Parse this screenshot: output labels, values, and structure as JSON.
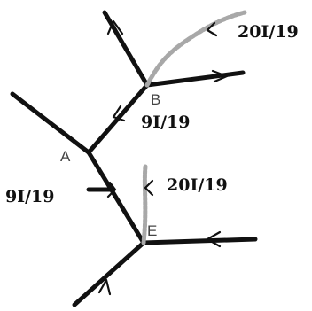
{
  "diagram": {
    "nodes": {
      "A": "A",
      "B": "B",
      "E": "E"
    },
    "currents": {
      "top_right": "20I/19",
      "ab_branch": "9I/19",
      "left": "9I/19",
      "e_vertical": "20I/19"
    },
    "colors": {
      "wire": "#111111",
      "grey_wire": "#a8a8a8",
      "label": "#111111"
    }
  }
}
